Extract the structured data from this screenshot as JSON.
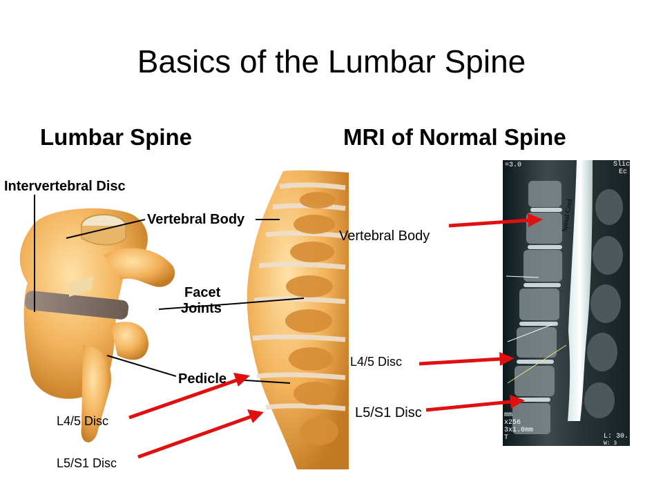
{
  "slide": {
    "title": "Basics of the Lumbar Spine",
    "left_heading": "Lumbar Spine",
    "right_heading": "MRI of Normal Spine"
  },
  "illustration": {
    "labels": {
      "intervertebral_disc": "Intervertebral Disc",
      "vertebral_body": "Vertebral Body",
      "facet_joints_1": "Facet",
      "facet_joints_2": "Joints",
      "pedicle": "Pedicle"
    },
    "callouts": {
      "l45": "L4/5 Disc",
      "l5s1": "L5/S1 Disc"
    }
  },
  "mri": {
    "callouts": {
      "vertebral_body": "Vertebral Body",
      "l45": "L4/5 Disc",
      "l5s1": "L5/S1 Disc"
    },
    "spinal_cord_label": "Spinal Cord",
    "overlay_text": {
      "top_left": "=3.0",
      "top_right_1": "Slic",
      "top_right_2": "Ec",
      "bottom_left_1": "mm",
      "bottom_left_2": "x256",
      "bottom_left_3": "3x1.0mm",
      "bottom_left_4": "T",
      "bottom_right_1": "L: 30.",
      "bottom_right_2": "W: 3"
    }
  },
  "colors": {
    "arrow": "#e01010",
    "bone": "#f2b25a",
    "bone_dark": "#c47a22",
    "disc": "#8a7a70"
  }
}
